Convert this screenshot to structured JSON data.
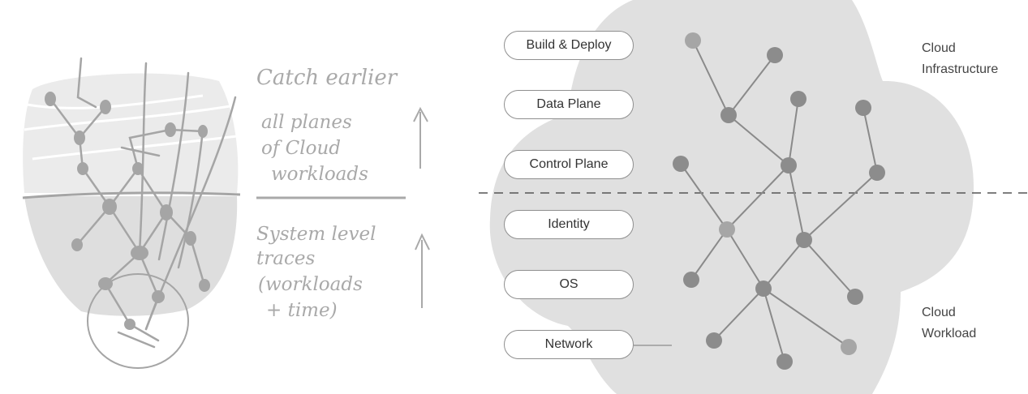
{
  "sketch": {
    "notes_top": [
      "Catch earlier",
      "all planes",
      "of Cloud",
      "workloads"
    ],
    "notes_bottom": [
      "System level",
      "traces",
      "(workloads",
      "+ time)"
    ]
  },
  "layers": [
    {
      "label": "Build & Deploy"
    },
    {
      "label": "Data Plane"
    },
    {
      "label": "Control Plane"
    },
    {
      "label": "Identity"
    },
    {
      "label": "OS"
    },
    {
      "label": "Network"
    }
  ],
  "regions": {
    "infrastructure": "Cloud\nInfrastructure",
    "workload": "Cloud\nWorkload"
  },
  "colors": {
    "cloud_fill": "#e0e0e0",
    "node": "#8c8c8c",
    "node_light": "#a6a6a6",
    "edge": "#8a8a8a",
    "sketch": "#a9a9a9"
  }
}
